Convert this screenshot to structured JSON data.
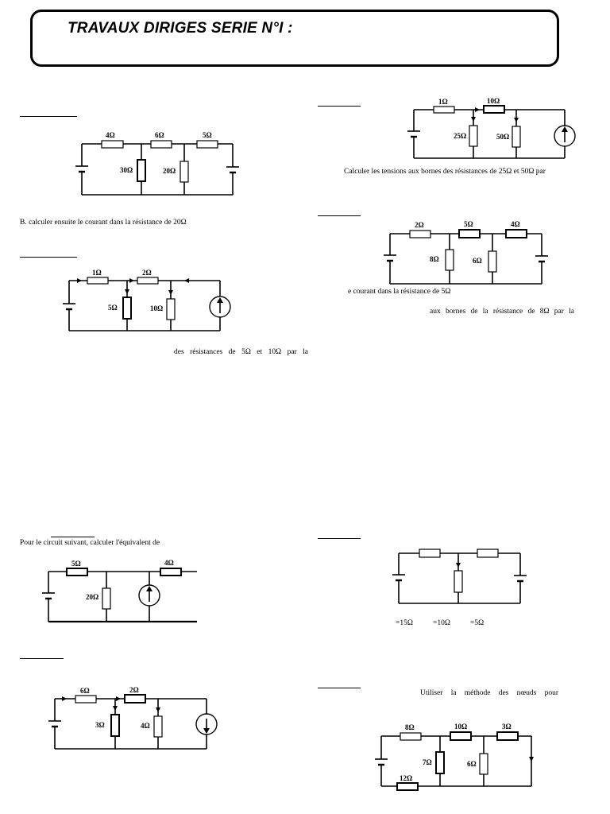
{
  "header": {
    "title": "TRAVAUX DIRIGES SERIE N°I :"
  },
  "texts": {
    "ex1_b": "B. calculer ensuite le courant dans la résistance de 20Ω",
    "ex2_tail": "des résistances de 5Ω et 10Ω par la",
    "ex3_text": "Calculer les tensions aux bornes des résistances de 25Ω et 50Ω par",
    "ex4_line1": "e courant dans la résistance de 5Ω",
    "ex4_line2": "aux bornes de la résistance de 8Ω par la",
    "ex5_text": "Pour le circuit suivant, calculer l'équivalent de",
    "ex6_values": [
      "=15Ω",
      "=10Ω",
      "=5Ω"
    ],
    "ex8_text": "Utiliser la méthode des nœuds pour"
  },
  "circuits": {
    "c1": [
      "4Ω",
      "6Ω",
      "5Ω",
      "30Ω",
      "20Ω"
    ],
    "c2": [
      "1Ω",
      "2Ω",
      "5Ω",
      "10Ω"
    ],
    "c3": [
      "1Ω",
      "10Ω",
      "25Ω",
      "50Ω"
    ],
    "c4": [
      "2Ω",
      "5Ω",
      "4Ω",
      "8Ω",
      "6Ω"
    ],
    "c5": [
      "5Ω",
      "4Ω",
      "20Ω"
    ],
    "c7": [
      "6Ω",
      "2Ω",
      "3Ω",
      "4Ω"
    ],
    "c8": [
      "8Ω",
      "10Ω",
      "3Ω",
      "7Ω",
      "6Ω",
      "12Ω"
    ]
  }
}
